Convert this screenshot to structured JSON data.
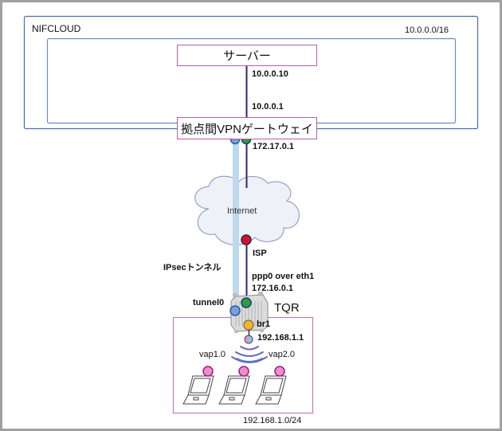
{
  "diagram": {
    "cloud_region": {
      "label": "NIFCLOUD",
      "cidr": "10.0.0.0/16"
    },
    "server": {
      "label": "サーバー",
      "ip": "10.0.0.10"
    },
    "vpn_gateway": {
      "label": "拠点間VPNゲートウェイ",
      "lan_ip": "10.0.0.1",
      "wan_ip": "172.17.0.1"
    },
    "internet": {
      "label": "Internet"
    },
    "isp": {
      "label": "ISP"
    },
    "tunnel": {
      "label": "IPsecトンネル",
      "interface": "tunnel0"
    },
    "router": {
      "label": "TQR",
      "wan_interface": "ppp0 over eth1",
      "wan_ip": "172.16.0.1",
      "bridge": "br1",
      "bridge_ip": "192.168.1.1"
    },
    "wireless": {
      "vap_left": "vap1.0",
      "vap_right": "vap2.0"
    },
    "lan": {
      "cidr": "192.168.1.0/24",
      "clients": [
        "laptop-1",
        "laptop-2",
        "laptop-3"
      ]
    },
    "colors": {
      "cloud_border": "#4a6fb0",
      "box_border": "#b45ea8",
      "link_line": "#2b2a6e",
      "tunnel_band": "#bcd9ee",
      "tunnel_port": "#7d9fd6",
      "wan_port": "#2aa03a",
      "isp_port": "#e0101e",
      "bridge_port": "#f5b525",
      "client_port": "#ee8ec8"
    }
  }
}
